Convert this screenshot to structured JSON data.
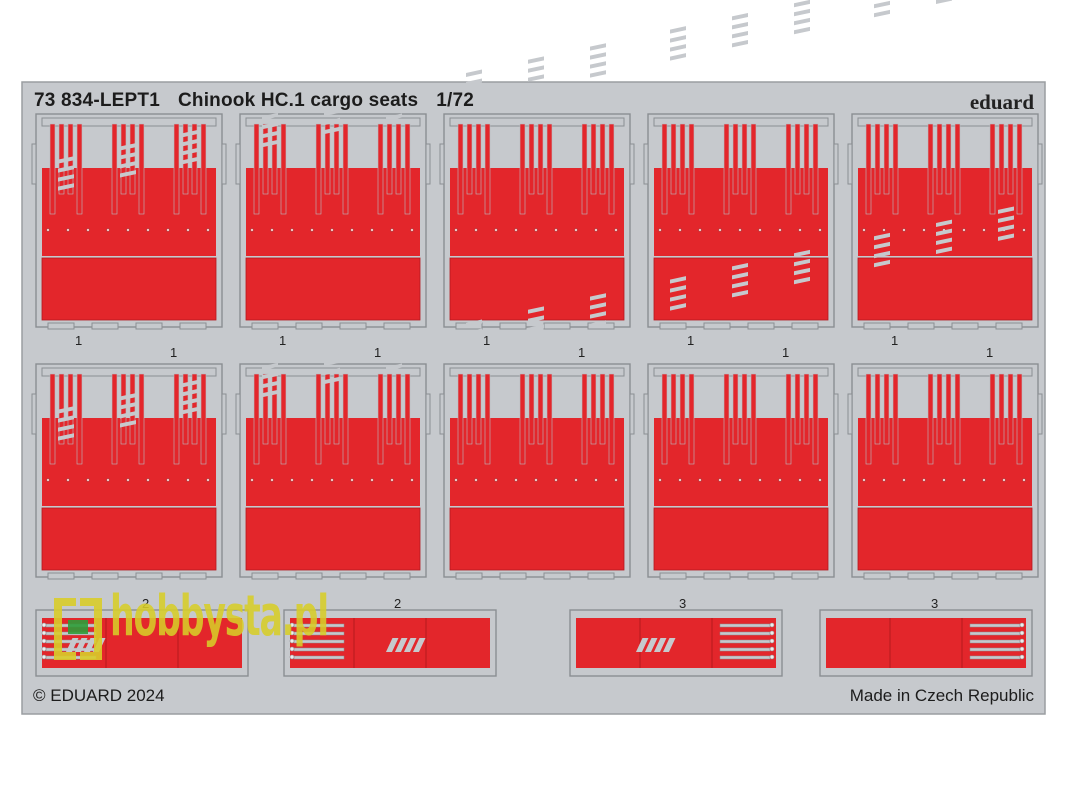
{
  "fret": {
    "code": "73 834-LEPT1",
    "name": "Chinook HC.1 cargo seats",
    "scale": "1/72",
    "brand": "eduard",
    "copyright": "© EDUARD 2024",
    "origin": "Made in Czech Republic"
  },
  "part_numbers": {
    "row1": [
      "1",
      "1",
      "1",
      "1",
      "1",
      "1",
      "1",
      "1",
      "1",
      "1"
    ],
    "row2": [
      "2",
      "2",
      "3",
      "3"
    ]
  },
  "watermark": {
    "text": "hobbysta.pl",
    "color": "#d8cc2a"
  },
  "colors": {
    "fret_gray": "#c6c9cd",
    "part_red": "#e3262b",
    "outline": "#8b8e92"
  }
}
